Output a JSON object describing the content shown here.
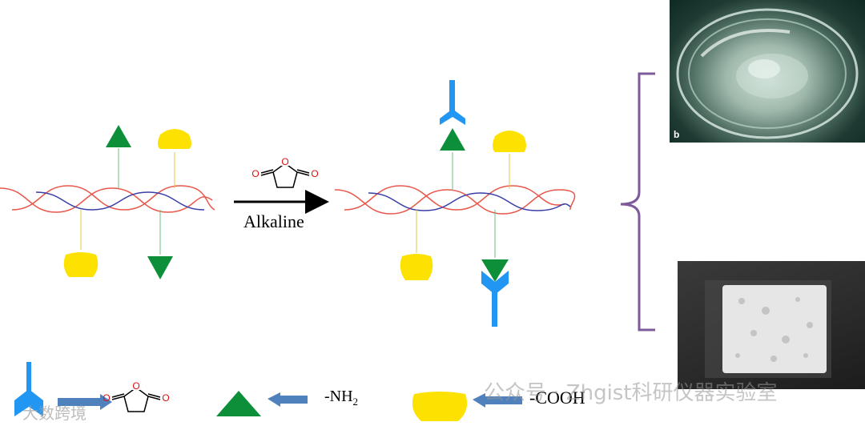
{
  "reaction": {
    "condition": "Alkaline"
  },
  "legend": {
    "nh2_label": "-NH",
    "nh2_subscript": "2",
    "cooh_label": "-COOH"
  },
  "photos": {
    "gel_panel_label": "b"
  },
  "watermarks": {
    "right": "公众号 · Zhgist科研仪器实验室",
    "left": "大数跨境"
  },
  "molecule": {
    "atom_label": "O"
  },
  "colors": {
    "strand_red": "#e8574a",
    "strand_blue": "#3b3fa8",
    "amine_green": "#0d8f3a",
    "carboxyl_yellow": "#fde100",
    "succinyl_blue": "#2196f3",
    "legend_arrow": "#4f81bd",
    "brace_purple": "#7e5a9b",
    "oxygen_red": "#e01010"
  }
}
